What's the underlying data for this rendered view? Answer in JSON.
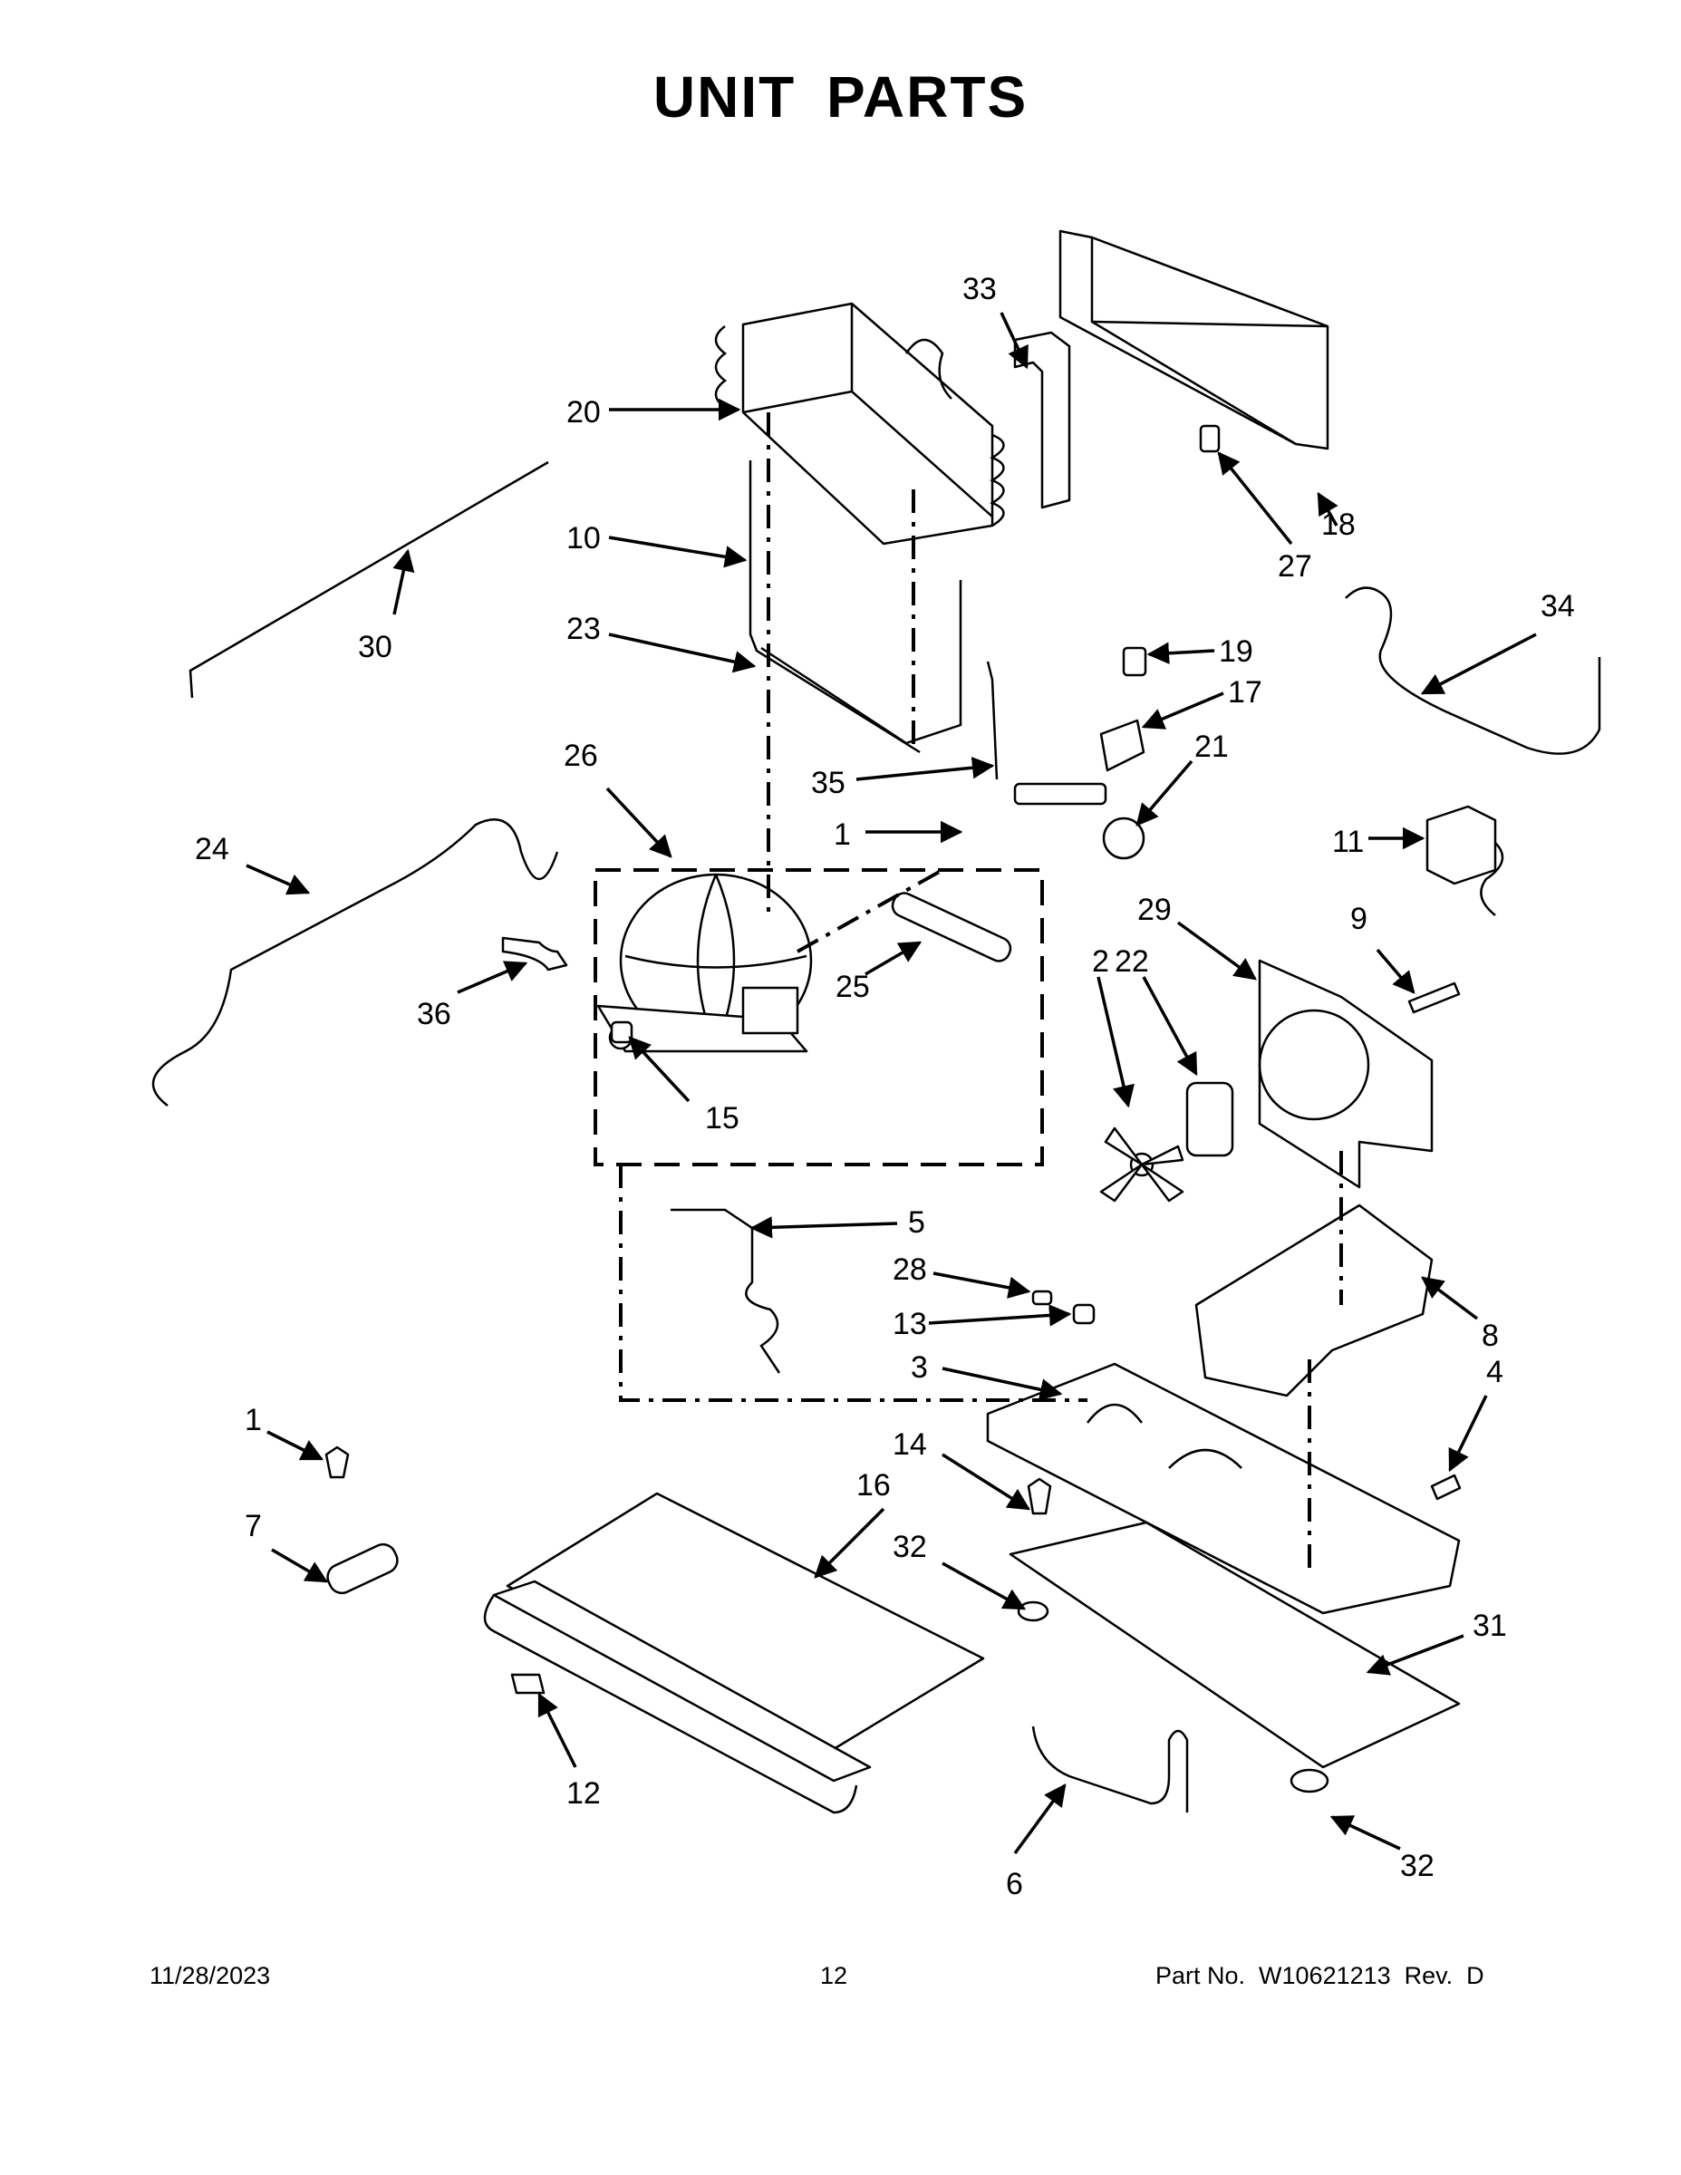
{
  "title": "UNIT  PARTS",
  "footer": {
    "date": "11/28/2023",
    "page": "12",
    "part_number": "Part No.  W10621213  Rev.  D"
  },
  "callouts": [
    "33",
    "20",
    "18",
    "27",
    "10",
    "30",
    "23",
    "34",
    "19",
    "17",
    "21",
    "26",
    "35",
    "1",
    "24",
    "11",
    "29",
    "9",
    "22",
    "25",
    "36",
    "2",
    "15",
    "5",
    "28",
    "8",
    "13",
    "3",
    "4",
    "1",
    "14",
    "16",
    "7",
    "32",
    "31",
    "12",
    "32",
    "6"
  ]
}
